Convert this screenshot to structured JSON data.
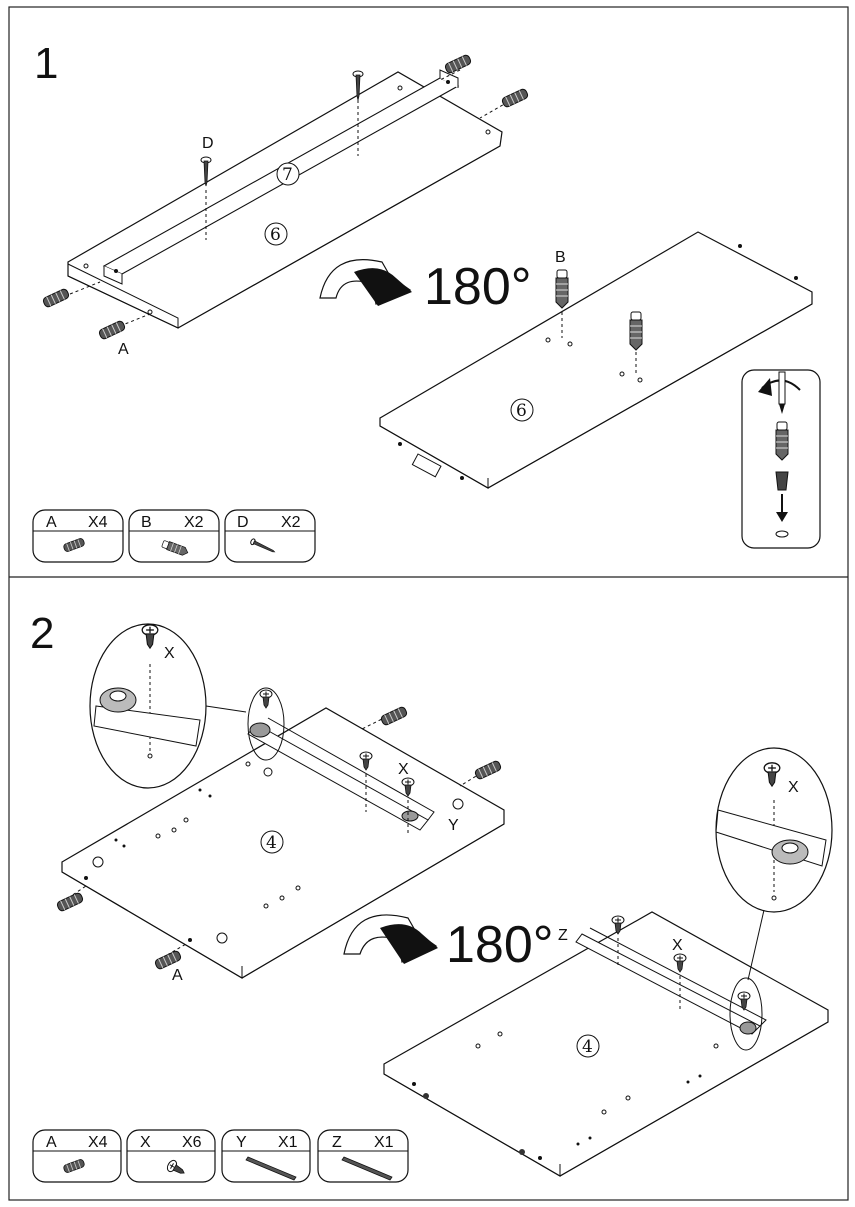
{
  "step1": {
    "number": "1",
    "rotate_label": "180°",
    "panel_number": "6",
    "rail_number": "7",
    "label_D": "D",
    "label_A": "A",
    "label_B": "B",
    "parts": [
      {
        "letter": "A",
        "qty": "X4",
        "icon": "wooden-dowel-icon"
      },
      {
        "letter": "B",
        "qty": "X2",
        "icon": "cam-bolt-icon"
      },
      {
        "letter": "D",
        "qty": "X2",
        "icon": "long-screw-icon"
      }
    ]
  },
  "step2": {
    "number": "2",
    "rotate_label": "180°",
    "panel_number": "4",
    "label_X": "X",
    "label_Y": "Y",
    "label_Z": "Z",
    "label_A": "A",
    "parts": [
      {
        "letter": "A",
        "qty": "X4",
        "icon": "wooden-dowel-icon"
      },
      {
        "letter": "X",
        "qty": "X6",
        "icon": "short-screw-icon"
      },
      {
        "letter": "Y",
        "qty": "X1",
        "icon": "drawer-runner-icon"
      },
      {
        "letter": "Z",
        "qty": "X1",
        "icon": "drawer-runner-icon"
      }
    ]
  }
}
